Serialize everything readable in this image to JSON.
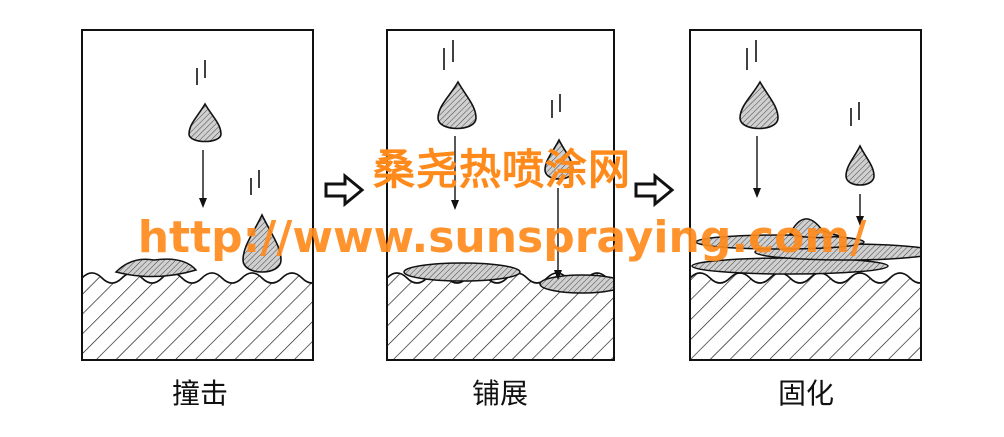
{
  "stages": [
    {
      "label": "撞击"
    },
    {
      "label": "铺展"
    },
    {
      "label": "固化"
    }
  ],
  "watermark": {
    "title": "桑尧热喷涂网",
    "url": "http://www.sunspraying.com/"
  },
  "colors": {
    "stroke": "#111111",
    "watermark": "#ff8a1c",
    "droplet_fill": "#bdbdbd",
    "background": "#ffffff"
  },
  "icons": [
    "droplet-icon",
    "motion-lines-icon",
    "down-arrow-icon",
    "right-arrow-icon"
  ]
}
